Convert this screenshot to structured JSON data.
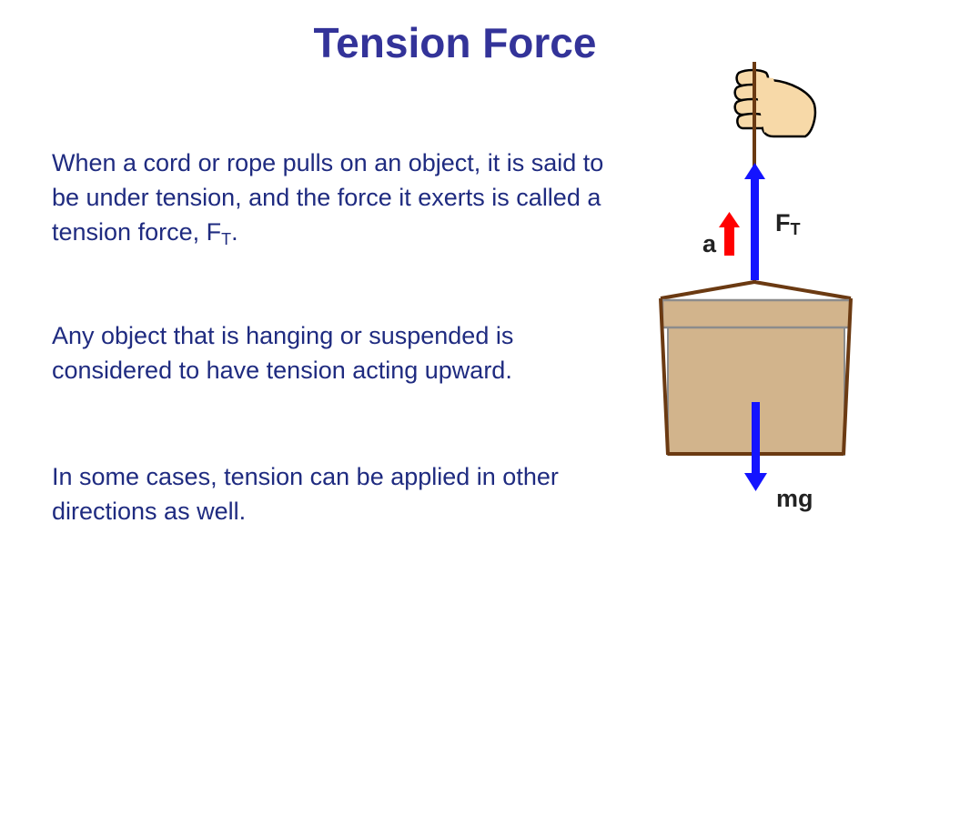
{
  "title": "Tension Force",
  "paragraphs": {
    "p1_text": "When a cord or rope pulls on an object, it is said to be under tension, and the force it exerts is called a tension force, F",
    "p1_sub": "T",
    "p1_end": ".",
    "p2": "Any object that is hanging or suspended is considered to have tension acting upward.",
    "p3": "In some cases, tension can be applied in other directions as well."
  },
  "diagram": {
    "tension_label": "F",
    "tension_label_sub": "T",
    "acceleration_label": "a",
    "weight_label": "mg",
    "colors": {
      "force_arrow": "#1414ff",
      "acceleration_arrow": "#ff0000",
      "rope": "#6b3a12",
      "box": "#d2b48c",
      "box_lid": "#d2b48c",
      "box_edge": "#8c8c8c",
      "hand": "#f7d9a8"
    },
    "icons": [
      "hand-icon"
    ]
  }
}
